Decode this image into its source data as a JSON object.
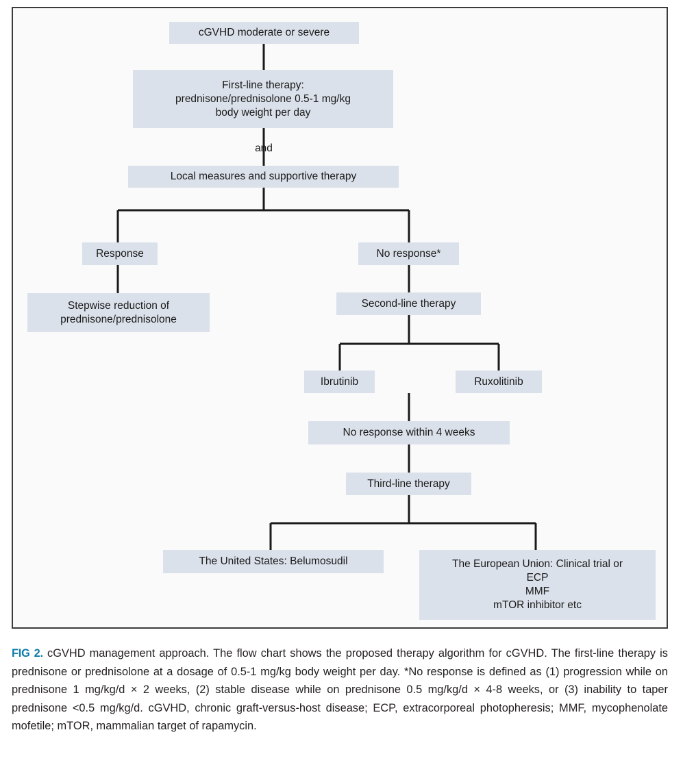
{
  "figure": {
    "label": "FIG 2.",
    "label_color": "#0f7ba8",
    "caption": "cGVHD management approach. The flow chart shows the proposed therapy algorithm for cGVHD. The first-line therapy is prednisone or prednisolone at a dosage of 0.5-1 mg/kg body weight per day. *No response is defined as (1) progression while on prednisone 1 mg/kg/d × 2 weeks, (2) stable disease while on prednisone 0.5 mg/kg/d × 4-8 weeks, or (3) inability to taper prednisone <0.5 mg/kg/d. cGVHD, chronic graft-versus-host disease; ECP, extracorporeal photopheresis; MMF, mycophenolate mofetile; mTOR, mammalian target of rapamycin."
  },
  "chart_data": {
    "type": "diagram",
    "title": "cGVHD management approach",
    "node_fill": "#dbe1ea",
    "connector_color": "#1a1a1a",
    "frame_color": "#3b3b3b",
    "nodes": [
      {
        "id": "start",
        "label": "cGVHD moderate or severe"
      },
      {
        "id": "first-line",
        "label": "First-line therapy:\nprednisone/prednisolone 0.5-1 mg/kg\nbody weight per day"
      },
      {
        "id": "and",
        "label": "and"
      },
      {
        "id": "local",
        "label": "Local measures and supportive therapy"
      },
      {
        "id": "response",
        "label": "Response"
      },
      {
        "id": "no-response",
        "label": "No response*"
      },
      {
        "id": "stepwise",
        "label": "Stepwise reduction of\nprednisone/prednisolone"
      },
      {
        "id": "second-line",
        "label": "Second-line therapy"
      },
      {
        "id": "ibrutinib",
        "label": "Ibrutinib"
      },
      {
        "id": "ruxolitinib",
        "label": "Ruxolitinib"
      },
      {
        "id": "no-response-4w",
        "label": "No response within 4 weeks"
      },
      {
        "id": "third-line",
        "label": "Third-line therapy"
      },
      {
        "id": "us",
        "label": "The United States: Belumosudil"
      },
      {
        "id": "eu",
        "label": "The European Union: Clinical trial or\nECP\nMMF\nmTOR inhibitor etc"
      }
    ],
    "edges": [
      {
        "from": "start",
        "to": "first-line"
      },
      {
        "from": "first-line",
        "to": "local"
      },
      {
        "from": "local",
        "to": "response"
      },
      {
        "from": "local",
        "to": "no-response"
      },
      {
        "from": "response",
        "to": "stepwise"
      },
      {
        "from": "no-response",
        "to": "second-line"
      },
      {
        "from": "second-line",
        "to": "ibrutinib"
      },
      {
        "from": "second-line",
        "to": "ruxolitinib"
      },
      {
        "from": "second-line",
        "to": "no-response-4w"
      },
      {
        "from": "no-response-4w",
        "to": "third-line"
      },
      {
        "from": "third-line",
        "to": "us"
      },
      {
        "from": "third-line",
        "to": "eu"
      }
    ]
  }
}
